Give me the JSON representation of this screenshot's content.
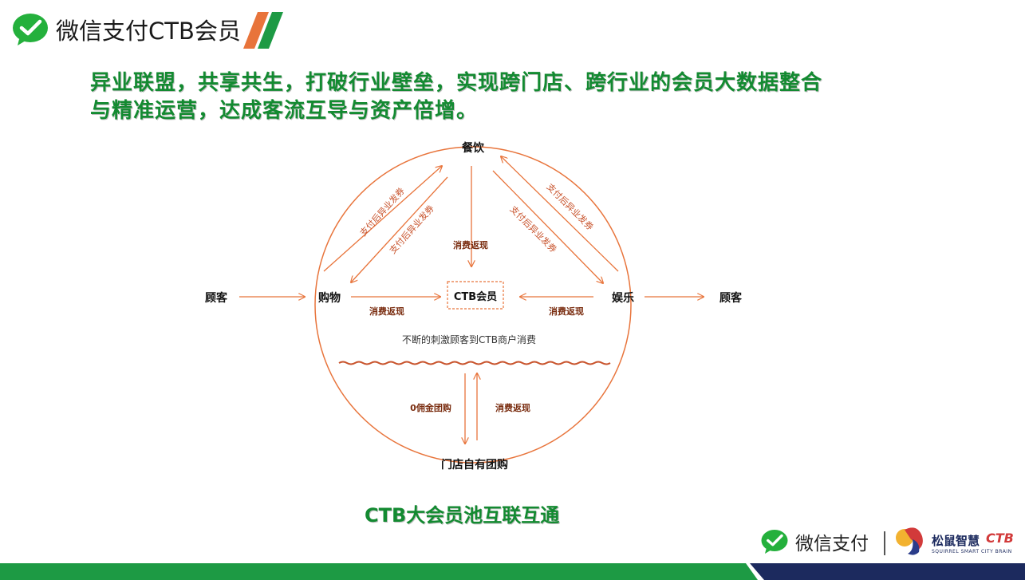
{
  "header": {
    "title": "微信支付CTB会员"
  },
  "headline": {
    "line1": "异业联盟，共享共生，打破行业壁垒，实现跨门店、跨行业的会员大数据整合",
    "line2": "与精准运营，达成客流互导与资产倍增。"
  },
  "diagram": {
    "nodes": {
      "top": "餐饮",
      "left": "购物",
      "right": "娱乐",
      "center": "CTB会员",
      "bottom": "门店自有团购",
      "customer_left": "顾客",
      "customer_right": "顾客"
    },
    "edges": {
      "left_outer": "支付后异业发券",
      "left_inner": "支付后异业发券",
      "right_outer": "支付后异业发券",
      "right_inner": "支付后异业发券",
      "top_down": "消费返现",
      "left_center": "消费返现",
      "right_center": "消费返现",
      "bottom_left": "0佣金团购",
      "bottom_right": "消费返现"
    },
    "note": "不断的刺激顾客到CTB商户消费"
  },
  "caption": "CTB大会员池互联互通",
  "footer": {
    "wechat_pay": "微信支付",
    "brand_name": "松鼠智慧",
    "brand_ctb": "CTB",
    "brand_sub": "SQUIRREL SMART CITY BRAIN"
  },
  "colors": {
    "green": "#138a31",
    "orange": "#e8743b",
    "navy": "#1c2a5e"
  }
}
